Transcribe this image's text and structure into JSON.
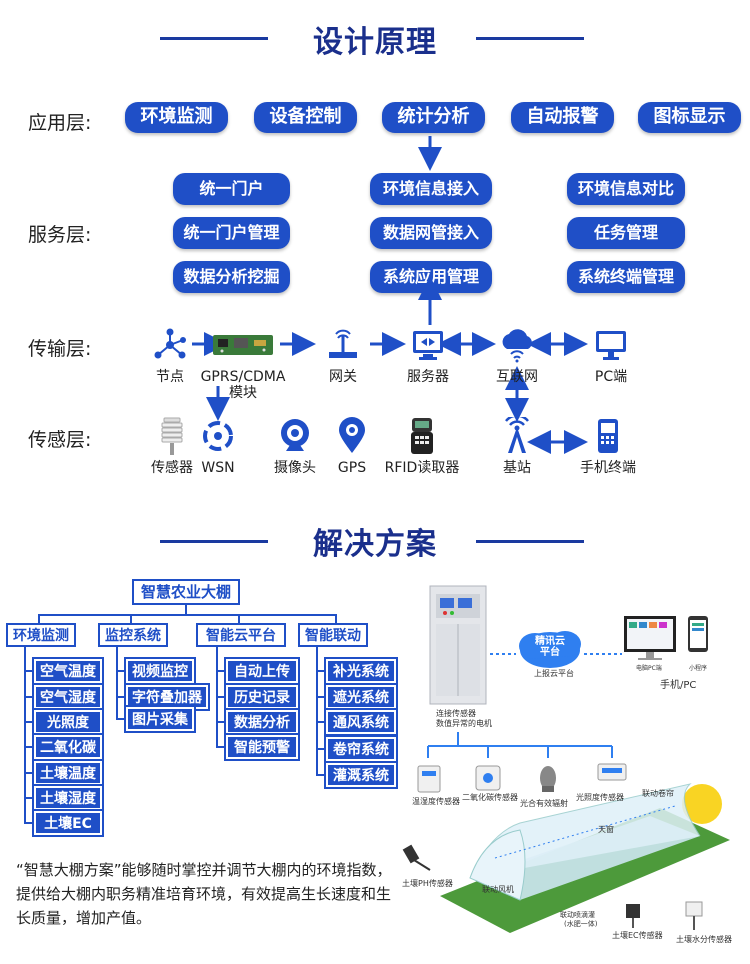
{
  "sections": {
    "design_title": "设计原理",
    "solution_title": "解决方案"
  },
  "layers": {
    "app": "应用层:",
    "service": "服务层:",
    "transport": "传输层:",
    "sensing": "传感层:"
  },
  "app_items": [
    "环境监测",
    "设备控制",
    "统计分析",
    "自动报警",
    "图标显示"
  ],
  "service_items": [
    "统一门户",
    "环境信息接入",
    "环境信息对比",
    "统一门户管理",
    "数据网管接入",
    "任务管理",
    "数据分析挖掘",
    "系统应用管理",
    "系统终端管理"
  ],
  "transport_nodes": [
    {
      "label": "节点",
      "icon": "node-icon"
    },
    {
      "label": "GPRS/CDMA",
      "label2": "模块",
      "icon": "circuit-board-icon"
    },
    {
      "label": "网关",
      "icon": "gateway-icon"
    },
    {
      "label": "服务器",
      "icon": "server-icon"
    },
    {
      "label": "互联网",
      "icon": "cloud-icon"
    },
    {
      "label": "PC端",
      "icon": "monitor-icon"
    }
  ],
  "sensing_nodes": [
    {
      "label": "传感器",
      "icon": "sensor-shelter-icon"
    },
    {
      "label": "WSN",
      "icon": "wsn-icon"
    },
    {
      "label": "摄像头",
      "icon": "camera-icon"
    },
    {
      "label": "GPS",
      "icon": "gps-icon"
    },
    {
      "label": "RFID读取器",
      "icon": "rfid-reader-icon"
    },
    {
      "label": "基站",
      "icon": "base-station-icon"
    },
    {
      "label": "手机终端",
      "icon": "phone-icon"
    }
  ],
  "tree": {
    "root": "智慧农业大棚",
    "branches": [
      {
        "label": "环境监测",
        "children": [
          "空气温度",
          "空气湿度",
          "光照度",
          "二氧化碳",
          "土壤温度",
          "土壤湿度",
          "土壤EC"
        ]
      },
      {
        "label": "监控系统",
        "children": [
          "视频监控",
          "字符叠加器",
          "图片采集"
        ]
      },
      {
        "label": "智能云平台",
        "children": [
          "自动上传",
          "历史记录",
          "数据分析",
          "智能预警"
        ]
      },
      {
        "label": "智能联动",
        "children": [
          "补光系统",
          "遮光系统",
          "通风系统",
          "卷帘系统",
          "灌溉系统"
        ]
      }
    ]
  },
  "description": "“智慧大棚方案”能够随时掌控并调节大棚内的环境指数，提供给大棚内职务精准培育环境，有效提高生长速度和生长质量，增加产值。",
  "illustration": {
    "cloud_label": "精讯云\n平台",
    "upload_label": "上报云平台",
    "phone_pc_label": "手机/PC",
    "pc_caption": "电脑PC端",
    "mini_caption": "小程序",
    "cabinet_caption1": "连接传感器",
    "cabinet_caption2": "数值异常的电机",
    "sensors": [
      "温湿度传感器",
      "二氧化碳传感器",
      "光合有效辐射",
      "光照度传感器"
    ],
    "linked_curtain": "联动卷帘",
    "skylight": "天窗",
    "linked_fan": "联动风机",
    "ph_sensor": "土壤PH传感器",
    "irrigation": "联动喷滴灌",
    "irrigation2": "(水肥一体)",
    "ec_sensor": "土壤EC传感器",
    "moisture_sensor": "土壤水分传感器"
  }
}
